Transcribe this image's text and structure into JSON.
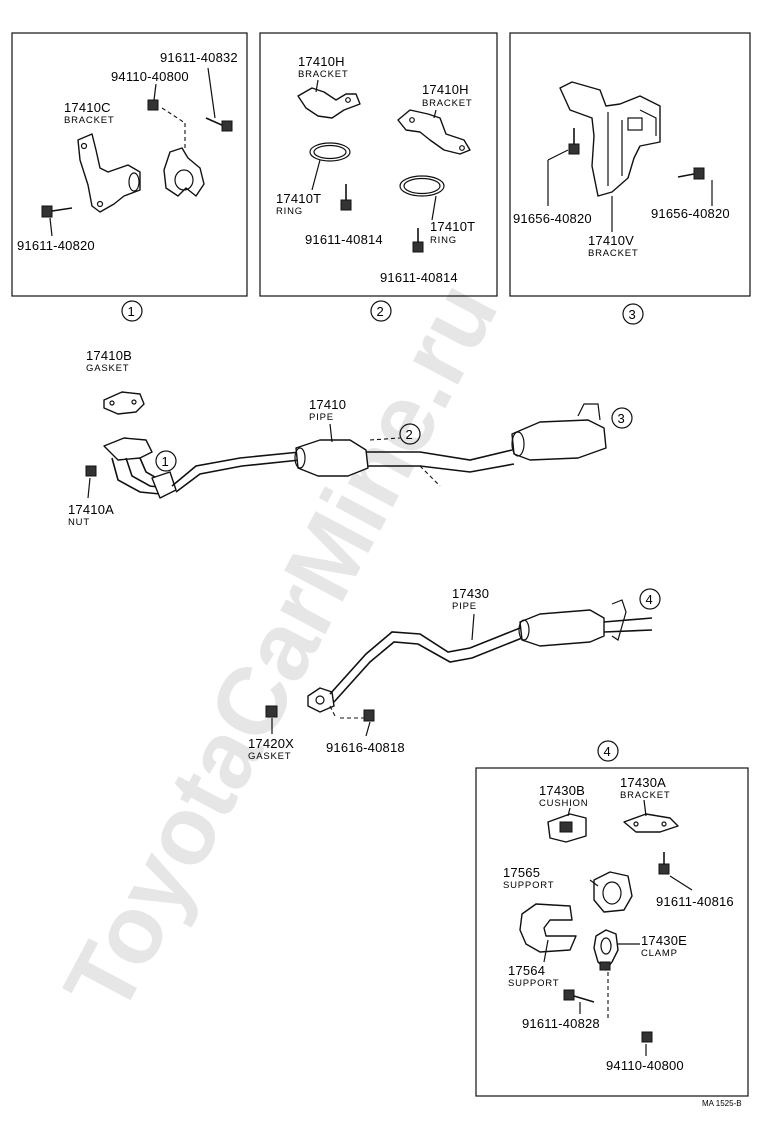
{
  "watermark": "ToyotaCarMine.ru",
  "diagram_ref": "MA 1525-B",
  "callouts": {
    "c1": "1",
    "c2": "2",
    "c3": "3",
    "c4": "4"
  },
  "box1": {
    "bracket_num": "17410C",
    "bracket_lbl": "BRACKET",
    "bolt_top": "91611-40832",
    "nut": "94110-40800",
    "bolt_bottom": "91611-40820"
  },
  "box2": {
    "bracket1_num": "17410H",
    "bracket1_lbl": "BRACKET",
    "bracket2_num": "17410H",
    "bracket2_lbl": "BRACKET",
    "ring1_num": "17410T",
    "ring1_lbl": "RING",
    "ring2_num": "17410T",
    "ring2_lbl": "RING",
    "bolt1": "91611-40814",
    "bolt2": "91611-40814"
  },
  "box3": {
    "bolt_left": "91656-40820",
    "bolt_right": "91656-40820",
    "bracket_num": "17410V",
    "bracket_lbl": "BRACKET"
  },
  "front": {
    "gasket_num": "17410B",
    "gasket_lbl": "GASKET",
    "pipe_num": "17410",
    "pipe_lbl": "PIPE",
    "nut_num": "17410A",
    "nut_lbl": "NUT"
  },
  "tail": {
    "pipe_num": "17430",
    "pipe_lbl": "PIPE",
    "gasket_num": "17420X",
    "gasket_lbl": "GASKET",
    "bolt": "91616-40818"
  },
  "box4": {
    "cushion_num": "17430B",
    "cushion_lbl": "CUSHION",
    "bracket_num": "17430A",
    "bracket_lbl": "BRACKET",
    "support1_num": "17565",
    "support1_lbl": "SUPPORT",
    "bolt1": "91611-40816",
    "support2_num": "17564",
    "support2_lbl": "SUPPORT",
    "clamp_num": "17430E",
    "clamp_lbl": "CLAMP",
    "bolt2": "91611-40828",
    "nut": "94110-40800"
  }
}
